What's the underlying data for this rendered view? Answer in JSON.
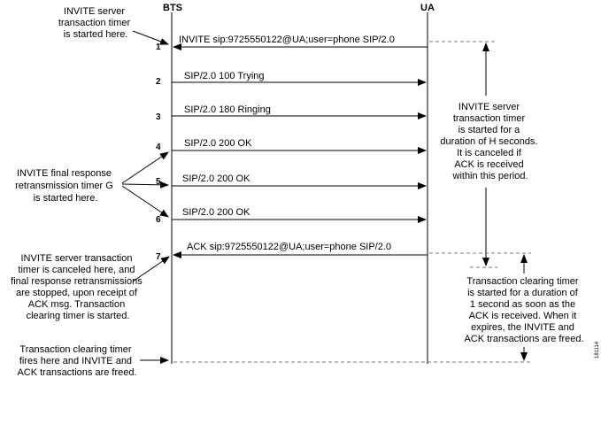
{
  "header": {
    "bts": "BTS",
    "ua": "UA"
  },
  "messages": [
    {
      "step": "1",
      "label": "INVITE sip:9725550122@UA;user=phone SIP/2.0",
      "direction": "ua-to-bts"
    },
    {
      "step": "2",
      "label": "SIP/2.0 100 Trying",
      "direction": "bts-to-ua"
    },
    {
      "step": "3",
      "label": "SIP/2.0 180 Ringing",
      "direction": "bts-to-ua"
    },
    {
      "step": "4",
      "label": "SIP/2.0 200 OK",
      "direction": "bts-to-ua"
    },
    {
      "step": "5",
      "label": "SIP/2.0 200 OK",
      "direction": "bts-to-ua"
    },
    {
      "step": "6",
      "label": "SIP/2.0 200 OK",
      "direction": "bts-to-ua"
    },
    {
      "step": "7",
      "label": "ACK sip:9725550122@UA;user=phone SIP/2.0",
      "direction": "ua-to-bts"
    }
  ],
  "notes": {
    "invite_timer_started": [
      "INVITE server",
      "transaction timer",
      "is started here."
    ],
    "retrans_timer_g": [
      "INVITE final response",
      "retransmission timer G",
      "is started here."
    ],
    "invite_timer_canceled": [
      "INVITE server transaction",
      "timer is canceled here, and",
      "final response retransmissions",
      "are stopped, upon receipt of",
      "ACK msg. Transaction",
      "clearing timer is started."
    ],
    "clearing_timer_fires": [
      "Transaction clearing timer",
      "fires here and INVITE and",
      "ACK transactions are freed."
    ],
    "timer_h": [
      "INVITE server",
      "transaction timer",
      "is started for a",
      "duration of H seconds.",
      "It is canceled if",
      "ACK is received",
      "within this period."
    ],
    "clearing_timer_duration": [
      "Transaction clearing timer",
      "is started for a duration of",
      "1 second as soon as the",
      "ACK is received.  When it",
      "expires, the INVITE and",
      "ACK transactions are freed."
    ]
  },
  "figure_id": "181114",
  "colors": {
    "line": "#000000",
    "dashed": "#777777",
    "background": "#ffffff"
  }
}
